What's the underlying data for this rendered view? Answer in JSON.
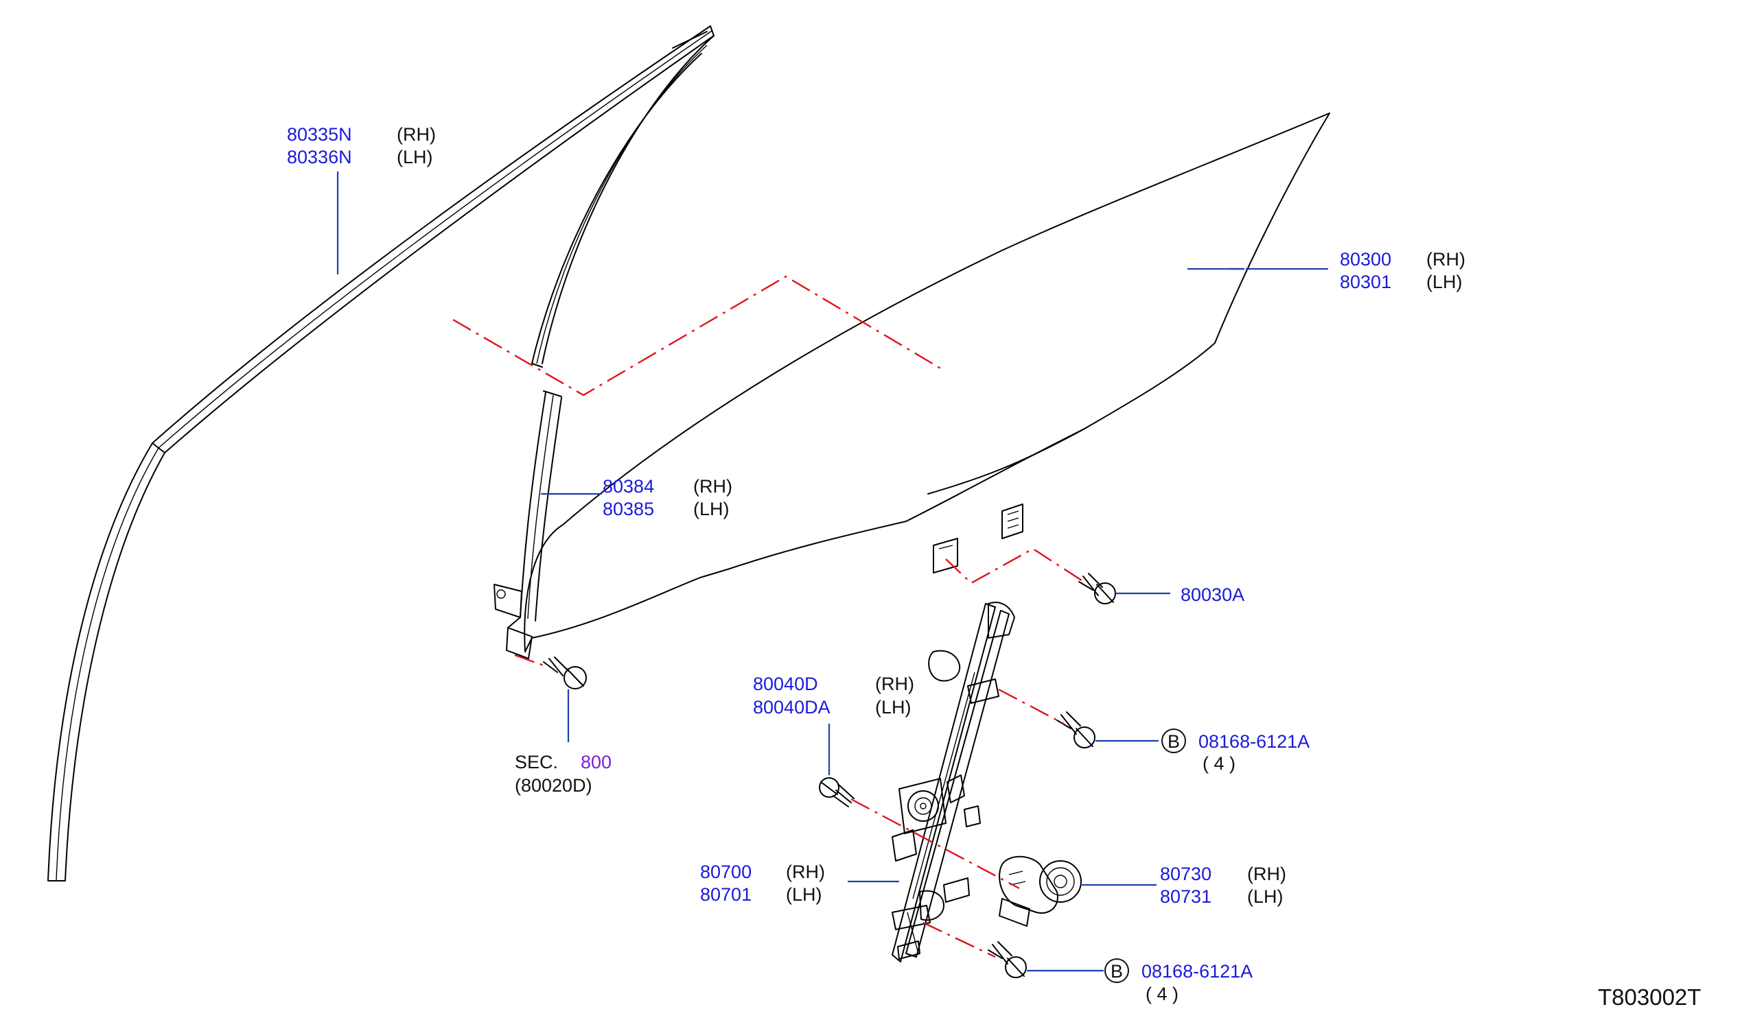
{
  "colors": {
    "part_number": "#1a1adb",
    "side_text": "#111111",
    "section_ref": "#7a1fd6",
    "leader": "#1a3fb0",
    "dash": "#e0141c"
  },
  "callouts": {
    "sash_front": {
      "rh_part": "80335N",
      "rh_side": "(RH)",
      "lh_part": "80336N",
      "lh_side": "(LH)"
    },
    "door_glass": {
      "rh_part": "80300",
      "rh_side": "(RH)",
      "lh_part": "80301",
      "lh_side": "(LH)"
    },
    "rear_channel": {
      "rh_part": "80384",
      "rh_side": "(RH)",
      "lh_part": "80385",
      "lh_side": "(LH)"
    },
    "glass_bolt": {
      "part": "80030A"
    },
    "regulator_bolt": {
      "rh_part": "80040D",
      "rh_side": "(RH)",
      "lh_part": "80040DA",
      "lh_side": "(LH)"
    },
    "regulator": {
      "rh_part": "80700",
      "rh_side": "(RH)",
      "lh_part": "80701",
      "lh_side": "(LH)"
    },
    "motor": {
      "rh_part": "80730",
      "rh_side": "(RH)",
      "lh_part": "80731",
      "lh_side": "(LH)"
    },
    "upper_b_bolt": {
      "badge": "B",
      "part": "08168-6121A",
      "qty": "( 4 )"
    },
    "lower_b_bolt": {
      "badge": "B",
      "part": "08168-6121A",
      "qty": "( 4 )"
    },
    "section_ref": {
      "prefix": "SEC.",
      "number": "800",
      "sub": "(80020D)"
    }
  },
  "diagram_code": "T803002T"
}
